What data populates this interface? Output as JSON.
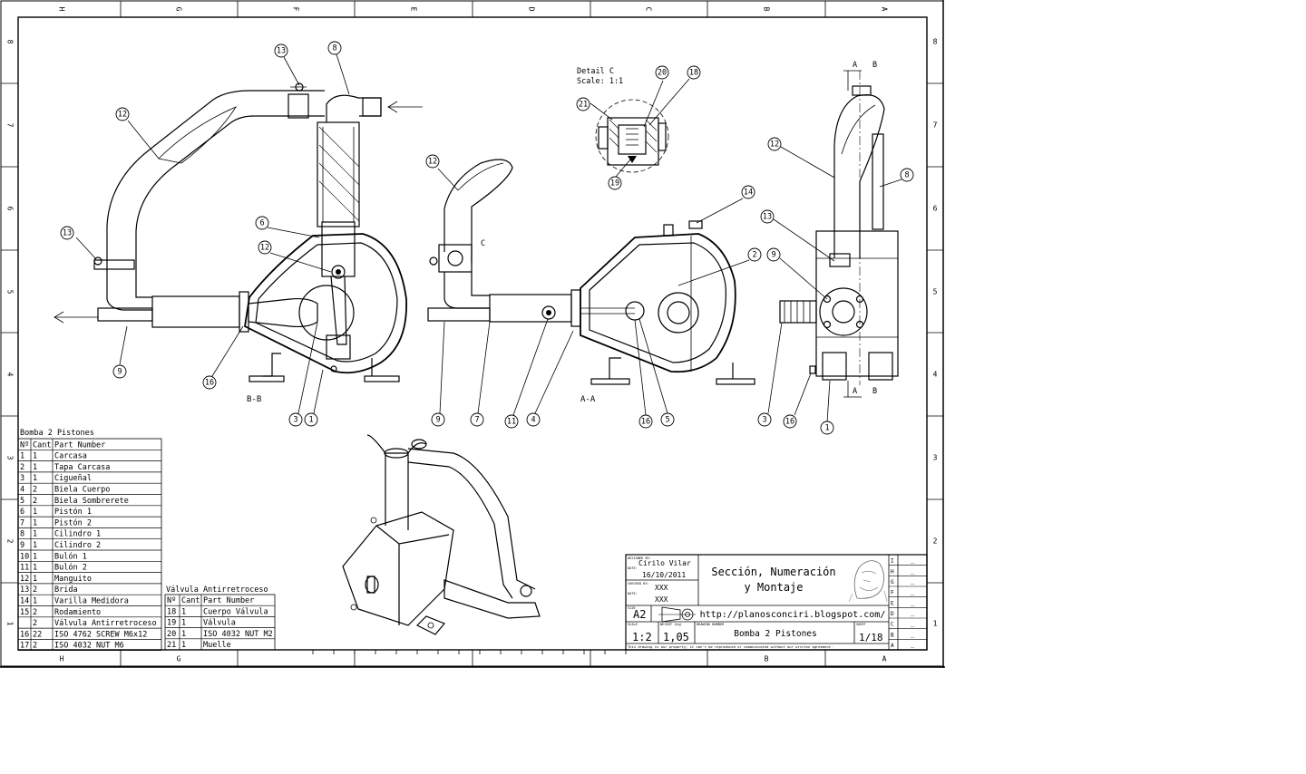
{
  "zones": {
    "columns": [
      "H",
      "G",
      "F",
      "E",
      "D",
      "C",
      "B",
      "A"
    ],
    "rows": [
      "8",
      "7",
      "6",
      "5",
      "4",
      "3",
      "2",
      "1"
    ]
  },
  "views": {
    "section_bb": "B-B",
    "section_aa": "A-A",
    "detail_title": "Detail C",
    "detail_scale": "Scale:  1:1",
    "detail_marker": "C",
    "cut_a": "A",
    "cut_b": "B"
  },
  "balloons": {
    "v1": [
      {
        "id": "v1-13a",
        "n": "13"
      },
      {
        "id": "v1-8",
        "n": "8"
      },
      {
        "id": "v1-12a",
        "n": "12"
      },
      {
        "id": "v1-6",
        "n": "6"
      },
      {
        "id": "v1-12b",
        "n": "12"
      },
      {
        "id": "v1-13b",
        "n": "13"
      },
      {
        "id": "v1-9",
        "n": "9"
      },
      {
        "id": "v1-16",
        "n": "16"
      },
      {
        "id": "v1-3",
        "n": "3"
      },
      {
        "id": "v1-1",
        "n": "1"
      }
    ],
    "v2": [
      {
        "id": "v2-12",
        "n": "12"
      },
      {
        "id": "v2-14",
        "n": "14"
      },
      {
        "id": "v2-2",
        "n": "2"
      },
      {
        "id": "v2-9",
        "n": "9"
      },
      {
        "id": "v2-7",
        "n": "7"
      },
      {
        "id": "v2-11",
        "n": "11"
      },
      {
        "id": "v2-4",
        "n": "4"
      },
      {
        "id": "v2-16",
        "n": "16"
      },
      {
        "id": "v2-5",
        "n": "5"
      }
    ],
    "detail": [
      {
        "id": "d-20",
        "n": "20"
      },
      {
        "id": "d-18",
        "n": "18"
      },
      {
        "id": "d-21",
        "n": "21"
      },
      {
        "id": "d-19",
        "n": "19"
      }
    ],
    "v3": [
      {
        "id": "v3-12",
        "n": "12"
      },
      {
        "id": "v3-8",
        "n": "8"
      },
      {
        "id": "v3-13",
        "n": "13"
      },
      {
        "id": "v3-9",
        "n": "9"
      },
      {
        "id": "v3-3",
        "n": "3"
      },
      {
        "id": "v3-16",
        "n": "16"
      },
      {
        "id": "v3-1",
        "n": "1"
      }
    ]
  },
  "bom_main": {
    "title": "Bomba 2 Pistones",
    "headers": [
      "Nº",
      "Cant",
      "Part Number"
    ],
    "rows": [
      [
        "1",
        "1",
        "Carcasa"
      ],
      [
        "2",
        "1",
        "Tapa Carcasa"
      ],
      [
        "3",
        "1",
        "Cigueñal"
      ],
      [
        "4",
        "2",
        "Biela Cuerpo"
      ],
      [
        "5",
        "2",
        "Biela Sombrerete"
      ],
      [
        "6",
        "1",
        "Pistón 1"
      ],
      [
        "7",
        "1",
        "Pistón 2"
      ],
      [
        "8",
        "1",
        "Cilindro 1"
      ],
      [
        "9",
        "1",
        "Cilindro 2"
      ],
      [
        "10",
        "1",
        "Bulón 1"
      ],
      [
        "11",
        "1",
        "Bulón 2"
      ],
      [
        "12",
        "1",
        "Manguito"
      ],
      [
        "13",
        "2",
        "Brida"
      ],
      [
        "14",
        "1",
        "Varilla Medidora"
      ],
      [
        "15",
        "2",
        "Rodamiento"
      ],
      [
        "",
        "2",
        "Válvula Antirretroceso"
      ],
      [
        "16",
        "22",
        "ISO 4762 SCREW M6x12"
      ],
      [
        "17",
        "2",
        "ISO 4032 NUT M6"
      ]
    ]
  },
  "bom_valve": {
    "title": "Válvula Antirretroceso",
    "headers": [
      "Nº",
      "Cant",
      "Part Number"
    ],
    "rows": [
      [
        "18",
        "1",
        "Cuerpo Válvula"
      ],
      [
        "19",
        "1",
        "Válvula"
      ],
      [
        "20",
        "1",
        "ISO 4032 NUT M2"
      ],
      [
        "21",
        "1",
        "Muelle"
      ]
    ]
  },
  "title_block": {
    "designed_by_label": "DESIGNED BY:",
    "designer": "Cirilo Vilar",
    "date_label": "DATE:",
    "date": "16/10/2011",
    "checked_by_label": "CHECKED BY:",
    "checked_by": "XXX",
    "date2_label": "DATE:",
    "date2": "XXX",
    "title_line1": "Sección, Numeración",
    "title_line2": "y Montaje",
    "size_label": "SIZE",
    "size": "A2",
    "url": "http://planosconciri.blogspot.com/",
    "scale_label": "SCALE",
    "scale": "1:2",
    "weight_label": "WEIGHT (kg)",
    "weight": "1,05",
    "drawing_number_label": "DRAWING NUMBER",
    "drawing_number": "Bomba 2 Pistones",
    "sheet_label": "SHEET",
    "sheet": "1/18",
    "footer": "This drawing is our property; it can't be reproduced or communicated without our written agreement.",
    "revisions": [
      {
        "letter": "I",
        "value": "_"
      },
      {
        "letter": "H",
        "value": "_"
      },
      {
        "letter": "G",
        "value": "_"
      },
      {
        "letter": "F",
        "value": "_"
      },
      {
        "letter": "E",
        "value": "_"
      },
      {
        "letter": "D",
        "value": "_"
      },
      {
        "letter": "C",
        "value": "_"
      },
      {
        "letter": "B",
        "value": "_"
      },
      {
        "letter": "A",
        "value": "_"
      }
    ]
  }
}
